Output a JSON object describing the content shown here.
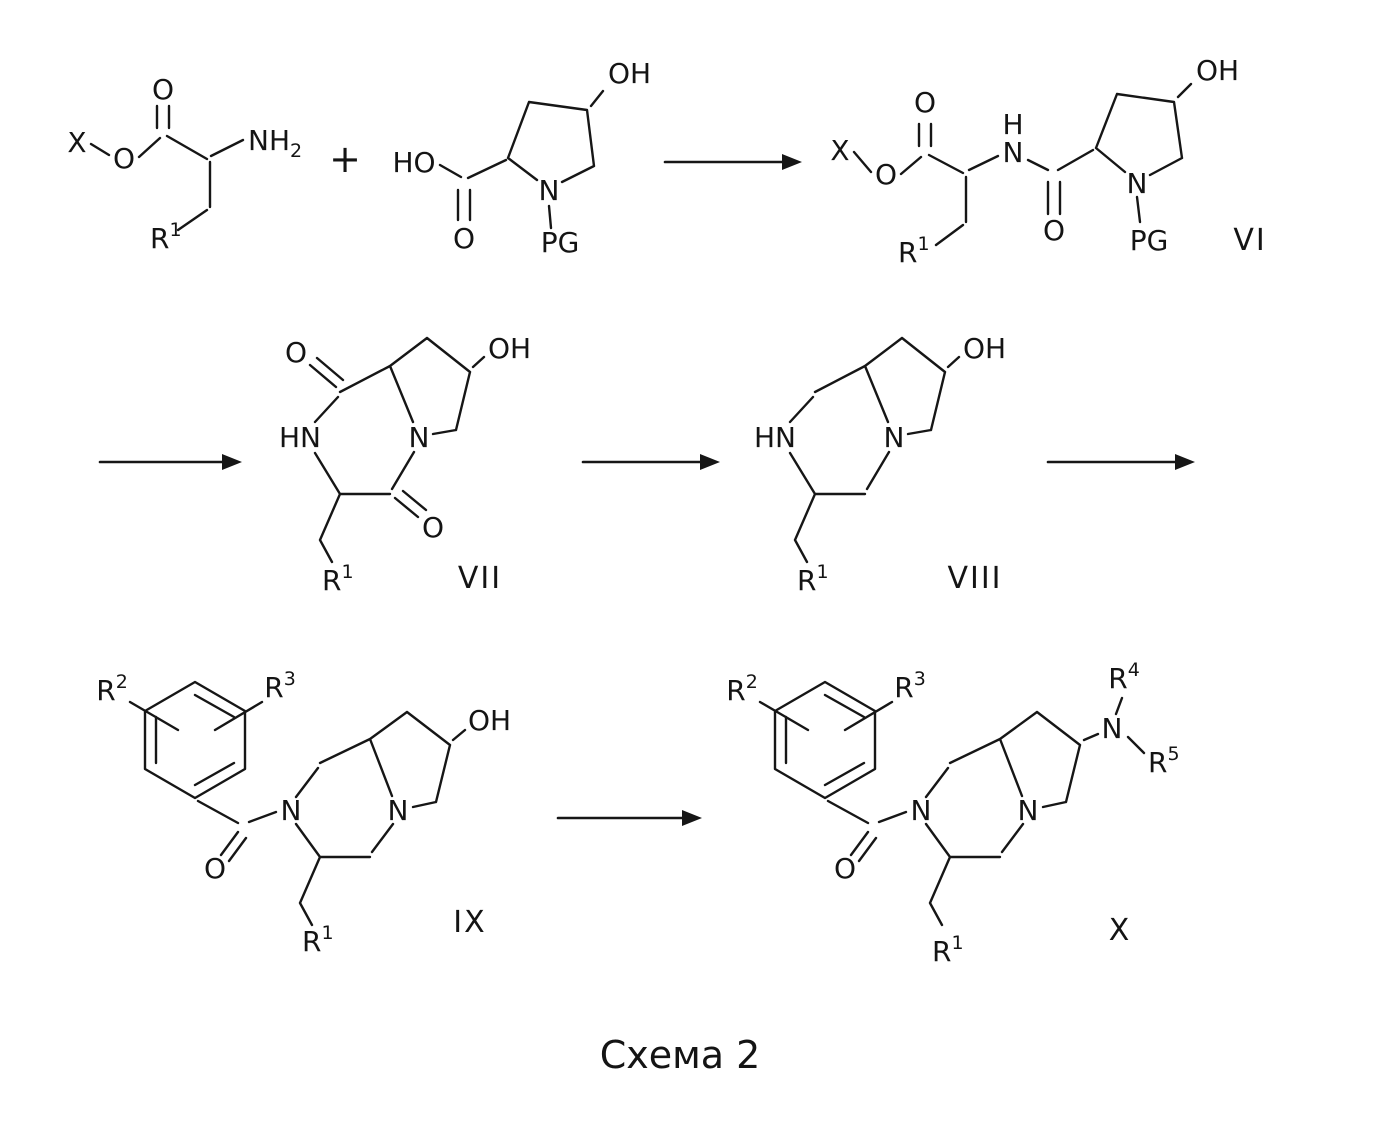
{
  "scheme": {
    "caption": "Схема 2"
  },
  "atoms": {
    "X": "X",
    "O": "O",
    "N": "N",
    "H": "H",
    "HN": "HN",
    "HO": "HO",
    "OH": "OH",
    "NH": "NH",
    "PG": "PG",
    "R": "R",
    "sub_2": "2",
    "sup_1": "1",
    "sup_2": "2",
    "sup_3": "3",
    "sup_4": "4",
    "sup_5": "5"
  },
  "operators": {
    "plus": "+"
  },
  "compound_labels": {
    "vi": "VI",
    "vii": "VII",
    "viii": "VIII",
    "ix": "IX",
    "x": "X"
  }
}
